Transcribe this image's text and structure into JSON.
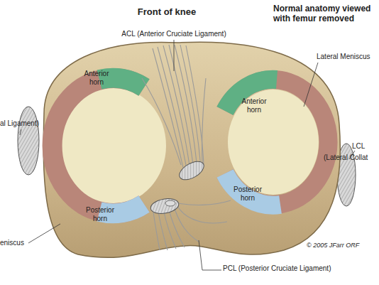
{
  "diagram": {
    "title": "Front of knee",
    "labels": [
      "Normal anatomy viewed with femur removed",
      "ACL (Anterior Cruciate Ligament)",
      "Anterior horn",
      "Anterior horn",
      "Lateral Meniscus",
      "al Ligament)",
      "LCL",
      "(Lateral Collat",
      "Posterior horn",
      "Posterior horn",
      "eniscus",
      "© 2005 JFarr ORF",
      "PCL (Posterior Cruciate Ligament)"
    ]
  }
}
